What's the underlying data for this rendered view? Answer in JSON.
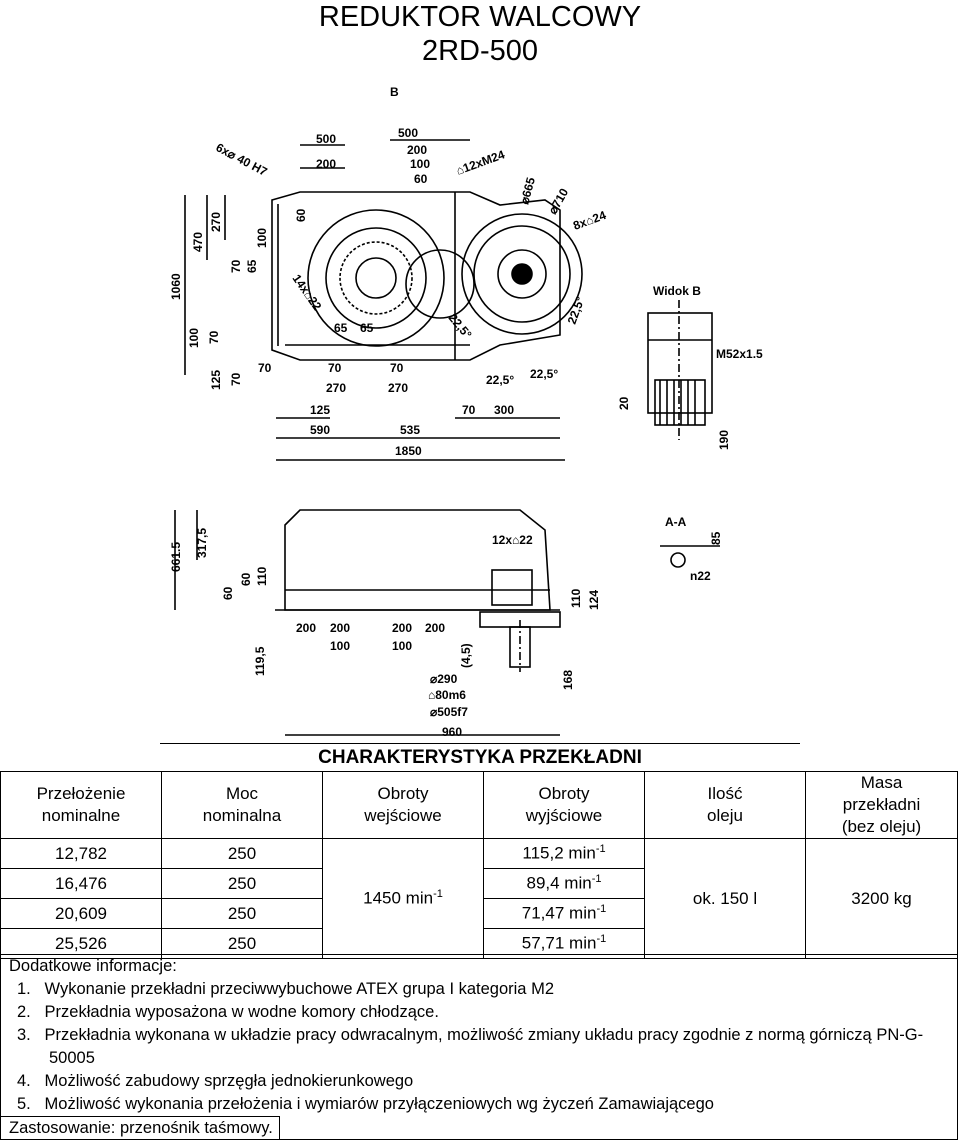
{
  "title": {
    "line1": "REDUKTOR WALCOWY",
    "line2": "2RD-500"
  },
  "drawing": {
    "view_b_label": "B",
    "widok_b": "Widok B",
    "section_aa": "A-A",
    "thread": "M52x1.5",
    "dims_top": [
      "500",
      "200",
      "500",
      "200",
      "100",
      "60",
      "6x⌀ 40 H7",
      "⌂12xM24",
      "⌀665",
      "⌀710",
      "8x⌂24"
    ],
    "dims_left": [
      "1060",
      "470",
      "270",
      "100",
      "70",
      "125",
      "70",
      "70",
      "65",
      "100",
      "60"
    ],
    "dims_plan": [
      "14x⌂22",
      "65",
      "65",
      "22,5°",
      "22,5°",
      "22,5°",
      "22,5°",
      "70",
      "70",
      "70",
      "270",
      "270",
      "125",
      "70",
      "300",
      "590",
      "535",
      "1850"
    ],
    "dims_side": [
      "20",
      "190"
    ],
    "dims_elev_left": [
      "661.5",
      "317,5",
      "60",
      "60",
      "110",
      "119,5"
    ],
    "dims_elev": [
      "12x⌂22",
      "200",
      "200",
      "200",
      "200",
      "100",
      "100",
      "(4,5)",
      "⌀290",
      "⌂80m6",
      "⌀505f7",
      "960",
      "168",
      "110",
      "124"
    ],
    "dims_section": [
      "85",
      "n22"
    ]
  },
  "spec": {
    "caption": "CHARAKTERYSTYKA  PRZEKŁADNI",
    "headers": [
      [
        "Przełożenie",
        "nominalne"
      ],
      [
        "Moc",
        "nominalna"
      ],
      [
        "Obroty",
        "wejściowe"
      ],
      [
        "Obroty",
        "wyjściowe"
      ],
      [
        "Ilość",
        "oleju"
      ],
      [
        "Masa",
        "przekładni",
        "(bez oleju)"
      ]
    ],
    "rows": [
      {
        "ratio": "12,782",
        "power": "250",
        "output": "115,2 min",
        "exp": "-1"
      },
      {
        "ratio": "16,476",
        "power": "250",
        "output": "89,4 min",
        "exp": "-1"
      },
      {
        "ratio": "20,609",
        "power": "250",
        "output": "71,47 min",
        "exp": "-1"
      },
      {
        "ratio": "25,526",
        "power": "250",
        "output": "57,71 min",
        "exp": "-1"
      }
    ],
    "input_speed": "1450 min",
    "input_exp": "-1",
    "oil": "ok. 150 l",
    "mass": "3200 kg"
  },
  "notes": {
    "heading": "Dodatkowe informacje:",
    "items": [
      [
        "1.",
        "Wykonanie przekładni przeciwwybuchowe ATEX grupa I kategoria M2"
      ],
      [
        "2.",
        "Przekładnia wyposażona w wodne komory chłodzące."
      ],
      [
        "3.",
        "Przekładnia wykonana w układzie pracy odwracalnym, możliwość zmiany układu pracy zgodnie z normą górniczą PN-G-50005"
      ],
      [
        "4.",
        "Możliwość zabudowy sprzęgła jednokierunkowego"
      ],
      [
        "5.",
        "Możliwość wykonania przełożenia i wymiarów przyłączeniowych wg życzeń Zamawiającego"
      ]
    ],
    "application": "Zastosowanie: przenośnik taśmowy."
  }
}
